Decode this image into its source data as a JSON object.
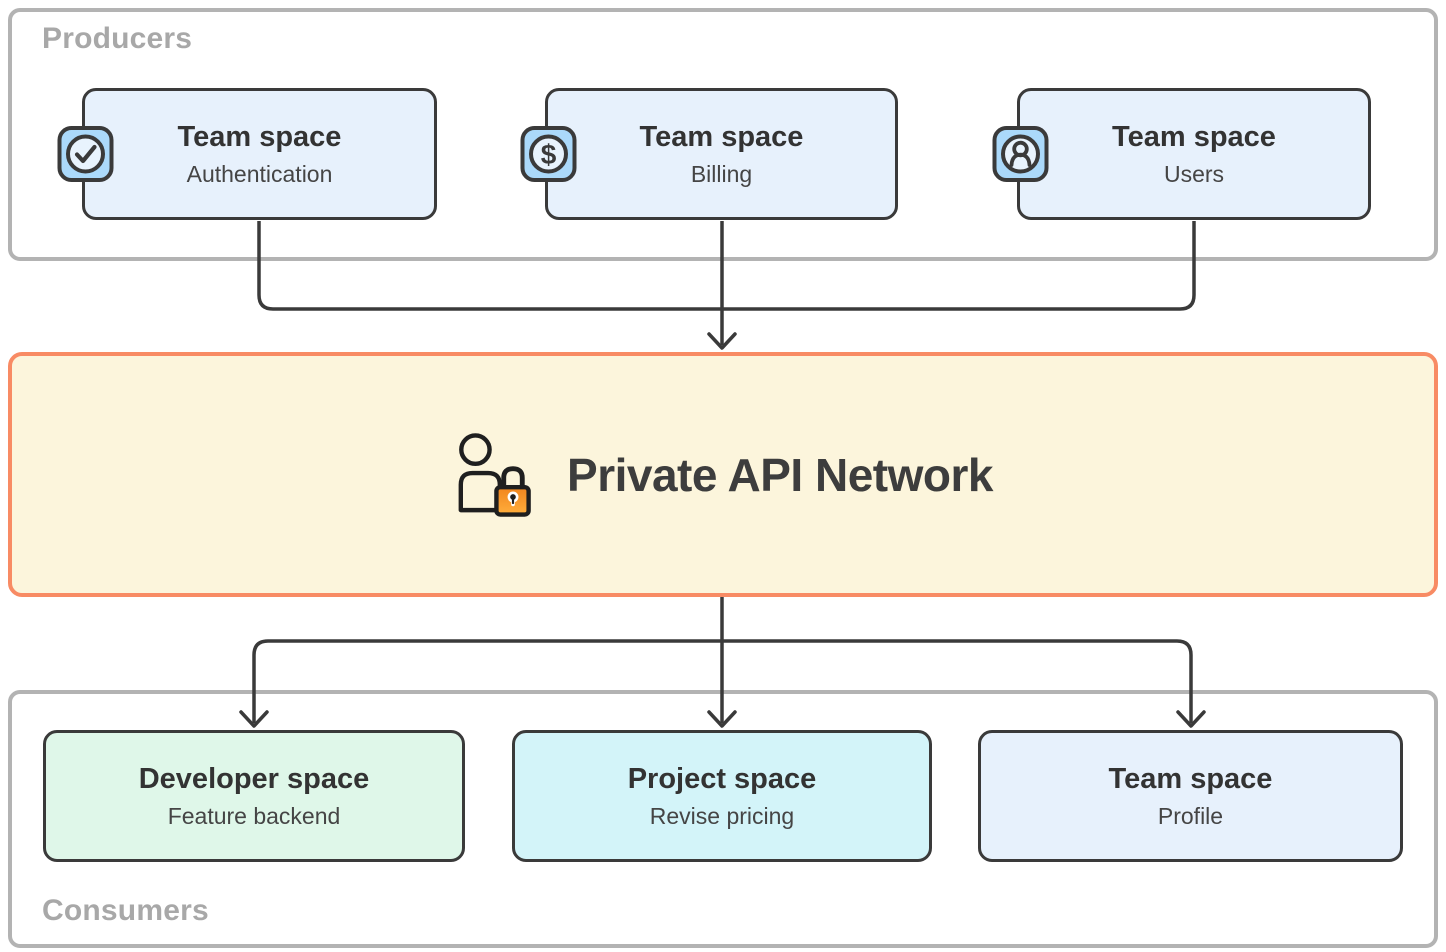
{
  "colors": {
    "line": "#3A3A3A",
    "container-border": "#B3B3B3",
    "section-label": "#A8A8A8",
    "card-border": "#3A3A3A",
    "card-blue": "#E7F1FC",
    "card-mint": "#DFF7E9",
    "card-cyan": "#D3F4F9",
    "badge-blue": "#ABD9FA",
    "badge-inner": "#E8F3FD",
    "icon-stroke": "#3A3A3A",
    "title-text": "#333333",
    "subtitle-text": "#454545",
    "network-fill": "#FCF5DC",
    "network-border": "#F88B64",
    "network-text": "#3D3D3D",
    "lock-orange-top": "#F1851E",
    "lock-orange-bottom": "#FFAE3C"
  },
  "producers": {
    "label": "Producers",
    "cards": [
      {
        "title": "Team space",
        "subtitle": "Authentication",
        "icon": "check-circle"
      },
      {
        "title": "Team space",
        "subtitle": "Billing",
        "icon": "dollar-circle"
      },
      {
        "title": "Team space",
        "subtitle": "Users",
        "icon": "user-circle"
      }
    ]
  },
  "network": {
    "title": "Private API Network",
    "icon": "user-lock"
  },
  "consumers": {
    "label": "Consumers",
    "cards": [
      {
        "title": "Developer space",
        "subtitle": "Feature backend"
      },
      {
        "title": "Project space",
        "subtitle": "Revise pricing"
      },
      {
        "title": "Team space",
        "subtitle": "Profile"
      }
    ]
  },
  "icons": {
    "dollar_symbol": "$"
  }
}
